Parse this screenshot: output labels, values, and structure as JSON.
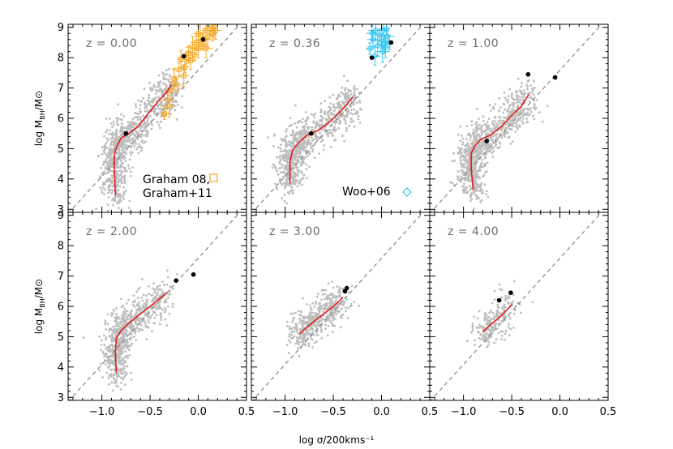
{
  "chart_data": {
    "type": "scatter",
    "layout": "2x3 panel grid",
    "xlabel": "log σ/200kms⁻¹",
    "ylabel_main": "log M",
    "ylabel_sub": "BH",
    "ylabel_tail": "/M⊙",
    "xlim": [
      -1.35,
      0.5
    ],
    "ylim": [
      2.9,
      9.1
    ],
    "x_ticks": [
      -1.0,
      -0.5,
      0.0,
      0.5
    ],
    "x_tick_labels": [
      "−1.0",
      "−0.5",
      "0.0",
      "0.5"
    ],
    "y_ticks": [
      3,
      4,
      5,
      6,
      7,
      8,
      9
    ],
    "colors": {
      "simulation_points": "#bdbdbd",
      "median_line": "#e31a1c",
      "dashed_relation": "#8c8c8c",
      "graham": "#f5a623",
      "woo": "#2ec4f1",
      "highlight": "#000000"
    },
    "reference_line": {
      "style": "dashed",
      "x": [
        -1.35,
        0.5
      ],
      "y": [
        2.86,
        9.34
      ]
    },
    "panels": [
      {
        "label": "z = 0.00",
        "median_line": {
          "x": [
            -0.86,
            -0.87,
            -0.87,
            -0.85,
            -0.8,
            -0.72,
            -0.62,
            -0.52,
            -0.42,
            -0.33,
            -0.28
          ],
          "y": [
            3.45,
            4.3,
            4.8,
            5.05,
            5.35,
            5.5,
            5.75,
            6.15,
            6.55,
            6.85,
            7.1
          ]
        },
        "highlight_points": {
          "x": [
            -0.75,
            -0.15,
            0.05
          ],
          "y": [
            5.5,
            8.05,
            8.6
          ]
        },
        "observations": {
          "name": "Graham 08, Graham+11",
          "legend_line1": "Graham 08,",
          "legend_line2": "Graham+11",
          "marker": "square",
          "x": [
            -0.35,
            -0.32,
            -0.28,
            -0.25,
            -0.22,
            -0.2,
            -0.18,
            -0.15,
            -0.12,
            -0.1,
            -0.08,
            -0.06,
            -0.04,
            -0.02,
            0.0,
            0.02,
            0.04,
            0.06,
            0.08,
            0.1,
            0.12,
            0.15,
            0.18,
            -0.3,
            -0.14,
            0.0,
            0.08,
            0.16
          ],
          "y": [
            6.15,
            6.6,
            6.9,
            7.3,
            7.1,
            7.6,
            7.95,
            7.4,
            8.0,
            8.15,
            7.9,
            8.35,
            8.1,
            8.5,
            8.3,
            8.75,
            8.45,
            8.6,
            8.9,
            8.7,
            8.95,
            8.8,
            8.9,
            6.4,
            7.7,
            8.8,
            8.3,
            9.0
          ]
        }
      },
      {
        "label": "z = 0.36",
        "median_line": {
          "x": [
            -0.95,
            -0.95,
            -0.92,
            -0.86,
            -0.77,
            -0.66,
            -0.55,
            -0.45,
            -0.36,
            -0.3
          ],
          "y": [
            3.85,
            4.6,
            4.95,
            5.2,
            5.45,
            5.6,
            5.85,
            6.15,
            6.45,
            6.7
          ]
        },
        "highlight_points": {
          "x": [
            -0.73,
            -0.1,
            0.1
          ],
          "y": [
            5.5,
            8.0,
            8.5
          ]
        },
        "observations": {
          "name": "Woo+06",
          "legend_line1": "Woo+06",
          "marker": "diamond",
          "x": [
            -0.12,
            -0.09,
            -0.06,
            -0.04,
            -0.02,
            0.0,
            0.02,
            0.04,
            0.06,
            0.08,
            -0.07,
            0.01,
            0.05,
            -0.1,
            0.03
          ],
          "y": [
            8.3,
            8.6,
            8.9,
            8.4,
            8.75,
            8.55,
            8.9,
            8.35,
            8.7,
            8.5,
            8.05,
            8.2,
            8.95,
            8.8,
            8.45
          ]
        }
      },
      {
        "label": "z = 1.00",
        "median_line": {
          "x": [
            -0.9,
            -0.92,
            -0.92,
            -0.88,
            -0.82,
            -0.72,
            -0.6,
            -0.5,
            -0.4,
            -0.32
          ],
          "y": [
            3.65,
            4.4,
            4.85,
            5.1,
            5.3,
            5.45,
            5.75,
            6.1,
            6.4,
            6.8
          ]
        },
        "highlight_points": {
          "x": [
            -0.76,
            -0.33,
            -0.05
          ],
          "y": [
            5.25,
            7.45,
            7.35
          ]
        },
        "observations": null
      },
      {
        "label": "z = 2.00",
        "median_line": {
          "x": [
            -0.85,
            -0.86,
            -0.85,
            -0.8,
            -0.72,
            -0.62,
            -0.52,
            -0.42,
            -0.33
          ],
          "y": [
            3.8,
            4.45,
            4.95,
            5.2,
            5.45,
            5.7,
            5.95,
            6.2,
            6.45
          ]
        },
        "highlight_points": {
          "x": [
            -0.23,
            -0.05
          ],
          "y": [
            6.85,
            7.05
          ]
        },
        "observations": null
      },
      {
        "label": "z = 3.00",
        "median_line": {
          "x": [
            -0.85,
            -0.78,
            -0.68,
            -0.58,
            -0.48,
            -0.4
          ],
          "y": [
            5.1,
            5.3,
            5.55,
            5.8,
            6.05,
            6.3
          ]
        },
        "highlight_points": {
          "x": [
            -0.38,
            -0.36
          ],
          "y": [
            6.5,
            6.6
          ]
        },
        "observations": null
      },
      {
        "label": "z = 4.00",
        "median_line": {
          "x": [
            -0.8,
            -0.72,
            -0.64,
            -0.56,
            -0.5
          ],
          "y": [
            5.15,
            5.4,
            5.6,
            5.85,
            6.05
          ]
        },
        "highlight_points": {
          "x": [
            -0.63,
            -0.51
          ],
          "y": [
            6.2,
            6.45
          ]
        },
        "observations": null
      }
    ]
  }
}
